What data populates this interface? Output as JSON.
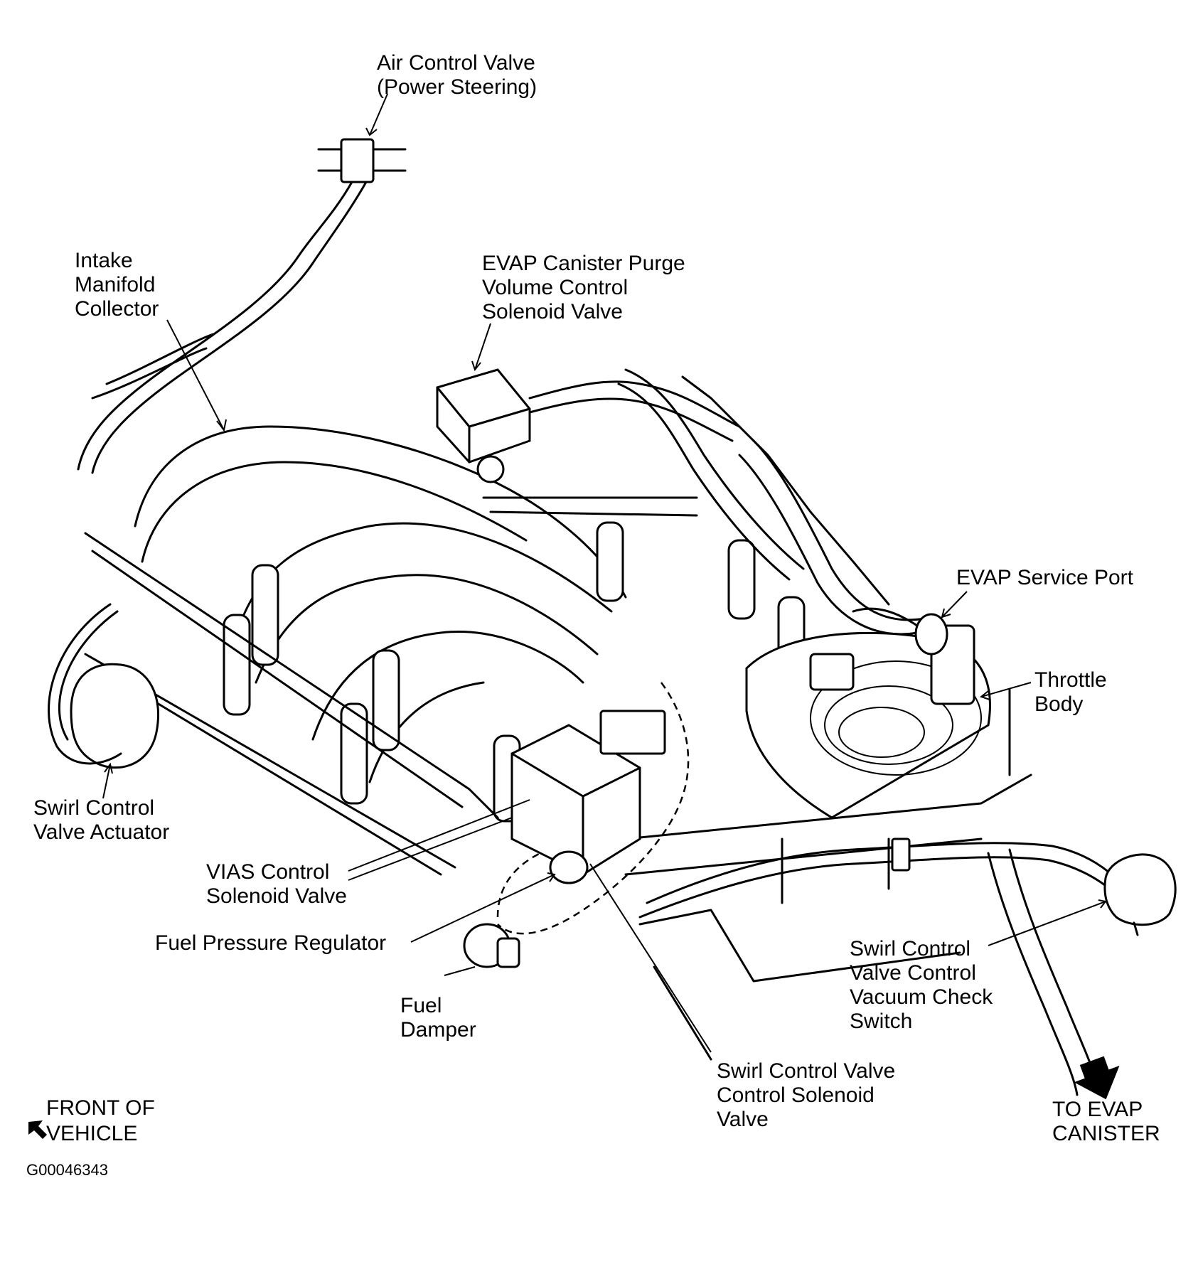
{
  "labels": {
    "air_control_valve": "Air Control Valve\n(Power Steering)",
    "intake_manifold_collector": "Intake\nManifold\nCollector",
    "evap_purge_valve": "EVAP Canister Purge\nVolume Control\nSolenoid Valve",
    "evap_service_port": "EVAP Service Port",
    "throttle_body": "Throttle\nBody",
    "swirl_actuator": "Swirl Control\nValve Actuator",
    "vias_solenoid": "VIAS Control\nSolenoid Valve",
    "fuel_pressure_regulator": "Fuel Pressure Regulator",
    "fuel_damper": "Fuel\nDamper",
    "swirl_check_switch": "Swirl Control\nValve Control\nVacuum  Check\nSwitch",
    "swirl_solenoid": "Swirl Control Valve\nControl Solenoid\nValve",
    "front_of_vehicle_1": "FRONT OF",
    "front_of_vehicle_2": "VEHICLE",
    "to_evap_canister": "TO EVAP\nCANISTER",
    "figure_code": "G00046343"
  },
  "icons": {
    "front_arrow": "arrow-northwest-icon",
    "evap_arrow": "arrow-south-icon"
  }
}
